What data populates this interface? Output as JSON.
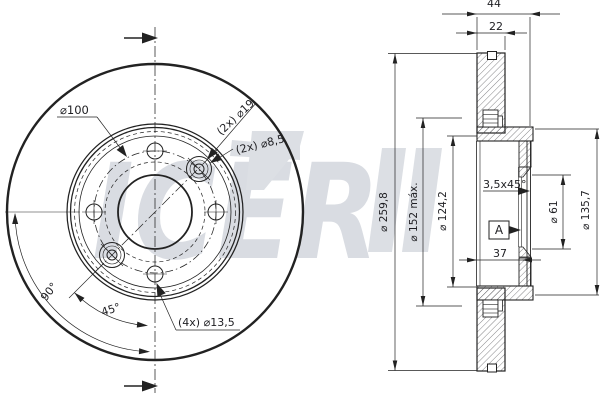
{
  "drawing": {
    "watermark": {
      "text": "ICER"
    },
    "front": {
      "bolt_circle": "⌀100",
      "pin_hole": "(2x) ⌀19",
      "pin_screw": "(2x) ⌀8,5",
      "angle_90": "90°",
      "angle_45": "45°",
      "bolt_holes": "(4x) ⌀13,5"
    },
    "section": {
      "width_total": "44",
      "thickness": "22",
      "depth": "37",
      "dia_outer": "⌀ 259,8",
      "dia_max": "⌀ 152 máx.",
      "dia_hat": "⌀ 124,2",
      "dia_bore": "⌀ 61",
      "dia_flange": "⌀ 135,7",
      "chamfer": "3,5x45°",
      "datum": "A"
    },
    "colors": {
      "line": "#222222",
      "watermark": "#d9dce2",
      "background": "#ffffff"
    }
  }
}
